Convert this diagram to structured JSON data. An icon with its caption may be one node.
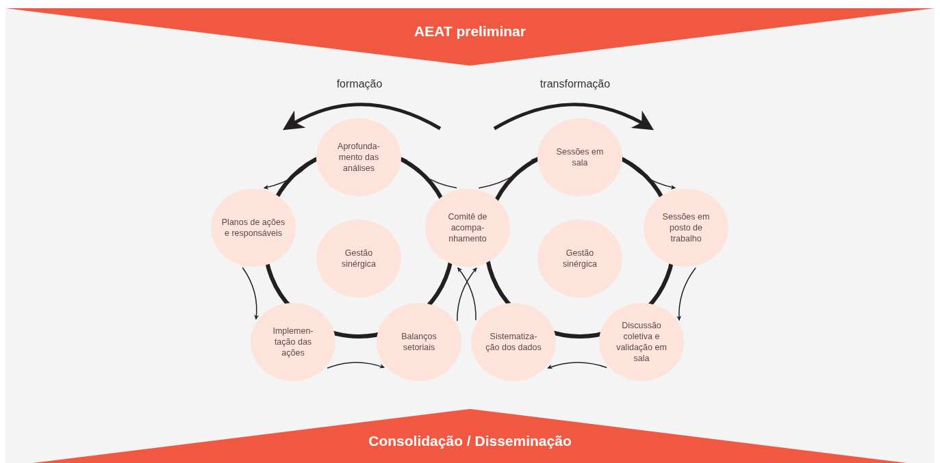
{
  "diagram": {
    "nodes": [
      {
        "text": [
          "AEAT preliminar"
        ]
      },
      {
        "text": [
          "Aprofunda-mento das análises"
        ]
      },
      {
        "text": [
          "Planos de ações e responsáveis"
        ]
      },
      {
        "text": [
          "Gestão sinérgica"
        ]
      },
      {
        "text": [
          "Comitê de acompa-nhamento"
        ]
      },
      {
        "text": [
          "Implemen-tação das ações"
        ]
      },
      {
        "text": [
          "Balanços setoriais"
        ]
      },
      {
        "text": [
          "Sessões em sala"
        ]
      },
      {
        "text": [
          "Sessões em posto de trabalho"
        ]
      },
      {
        "text": [
          "Gestão sinérgica"
        ]
      },
      {
        "text": [
          "Sistematiza-ção dos dados"
        ]
      },
      {
        "text": [
          "Discussão coletiva e validação em sala"
        ]
      },
      {
        "text": [
          "Consolidação / Disseminação"
        ]
      }
    ],
    "edges": [
      {
        "from": 4,
        "to": 1,
        "arrow": "to"
      },
      {
        "from": 1,
        "to": 2,
        "arrow": "to"
      },
      {
        "from": 2,
        "to": 5,
        "arrow": "to"
      },
      {
        "from": 5,
        "to": 6,
        "arrow": "to"
      },
      {
        "from": 6,
        "to": 4,
        "arrow": "to"
      },
      {
        "from": 4,
        "to": 7,
        "arrow": "to"
      },
      {
        "from": 7,
        "to": 8,
        "arrow": "to"
      },
      {
        "from": 8,
        "to": 11,
        "arrow": "to"
      },
      {
        "from": 11,
        "to": 10,
        "arrow": "to"
      },
      {
        "from": 10,
        "to": 4,
        "arrow": "to"
      }
    ],
    "labels": [
      "formação",
      "transformação"
    ]
  }
}
